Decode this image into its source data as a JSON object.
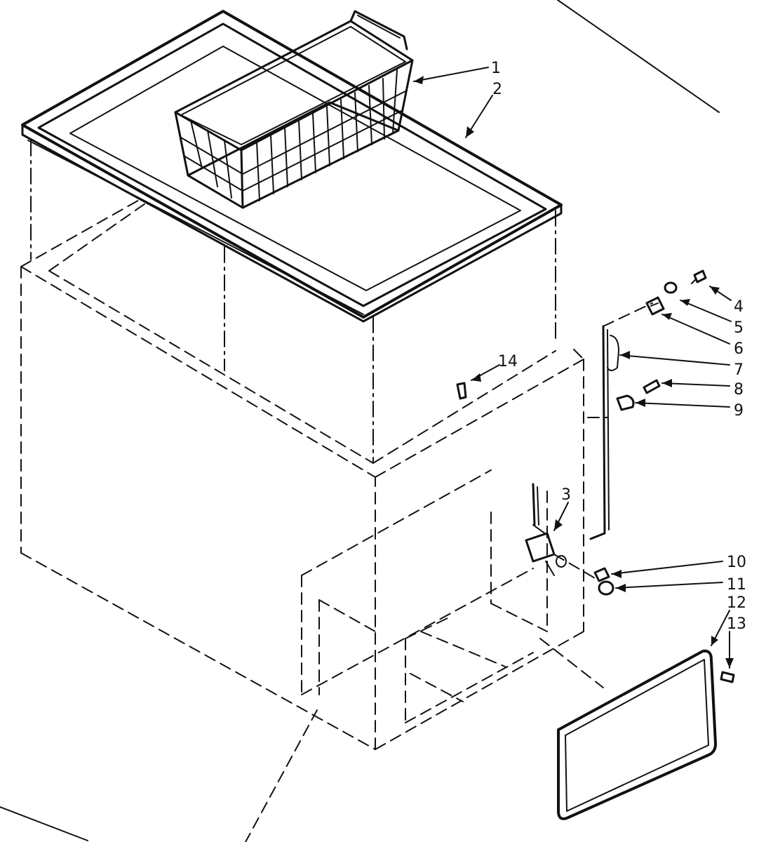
{
  "diagram": {
    "callouts": [
      {
        "id": "1",
        "text": "1"
      },
      {
        "id": "2",
        "text": "2"
      },
      {
        "id": "3",
        "text": "3"
      },
      {
        "id": "4",
        "text": "4"
      },
      {
        "id": "5",
        "text": "5"
      },
      {
        "id": "6",
        "text": "6"
      },
      {
        "id": "7",
        "text": "7"
      },
      {
        "id": "8",
        "text": "8"
      },
      {
        "id": "9",
        "text": "9"
      },
      {
        "id": "10",
        "text": "10"
      },
      {
        "id": "11",
        "text": "11"
      },
      {
        "id": "12",
        "text": "12"
      },
      {
        "id": "13",
        "text": "13"
      },
      {
        "id": "14",
        "text": "14"
      }
    ]
  }
}
